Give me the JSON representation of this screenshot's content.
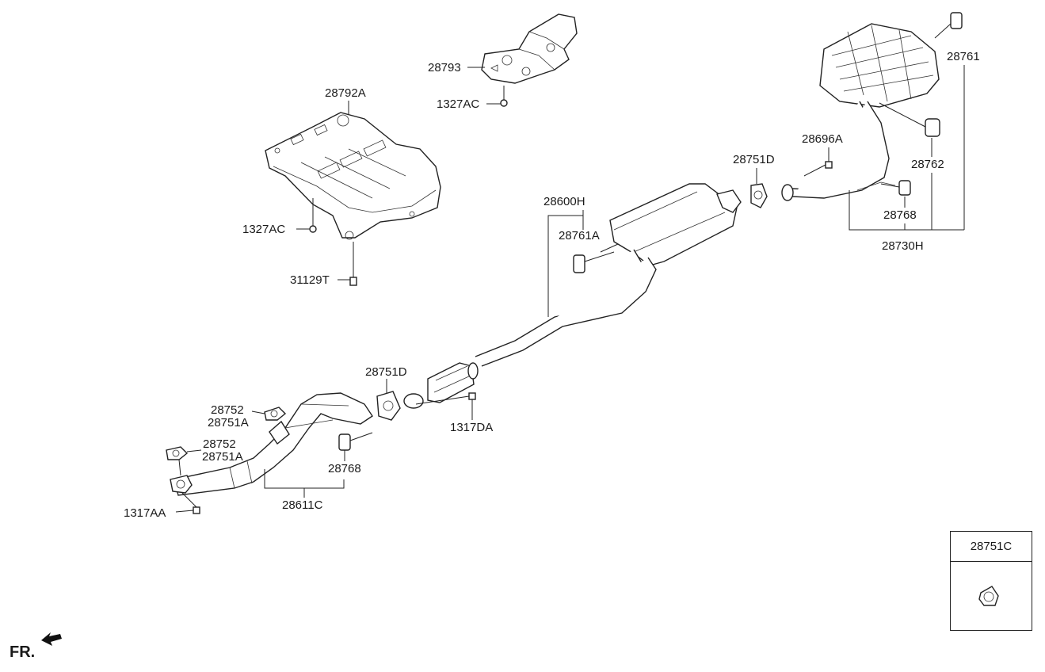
{
  "callouts": {
    "c28793": "28793",
    "c1327ac_top": "1327AC",
    "c28792a": "28792A",
    "c1327ac_mid": "1327AC",
    "c31129t": "31129T",
    "c28600h": "28600H",
    "c28761a": "28761A",
    "c28751d_right": "28751D",
    "c28696a": "28696A",
    "c28761": "28761",
    "c28762": "28762",
    "c28768_right": "28768",
    "c28730h": "28730H",
    "c28751d_mid": "28751D",
    "c1317da": "1317DA",
    "c28752_a": "28752",
    "c28751a_a": "28751A",
    "c28752_b": "28752",
    "c28751a_b": "28751A",
    "c28768_left": "28768",
    "c28611c": "28611C",
    "c1317aa": "1317AA"
  },
  "inset": {
    "title": "28751C"
  },
  "direction_marker": {
    "label": "FR.",
    "icon": "front-direction-arrow-icon"
  }
}
